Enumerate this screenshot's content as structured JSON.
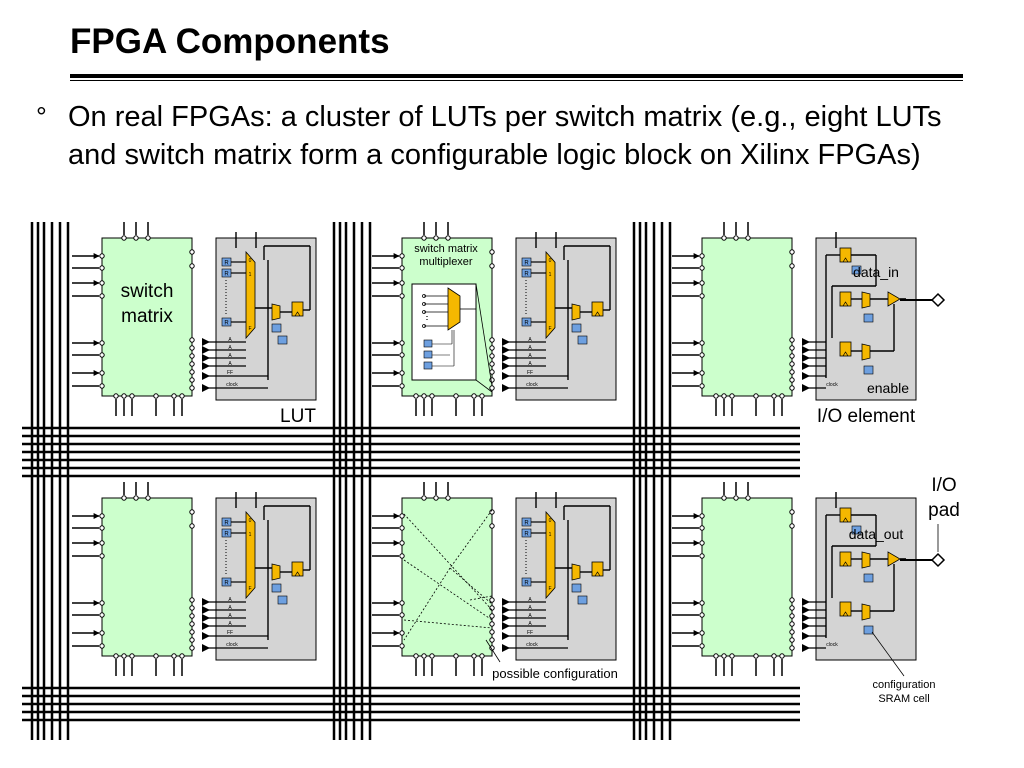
{
  "slide": {
    "title": "FPGA Components",
    "bullet_glyph": "°",
    "bullet_text": "On real FPGAs: a cluster of LUTs per switch matrix (e.g., eight LUTs and switch matrix form a configurable logic block on Xilinx FPGAs)"
  },
  "diagram": {
    "labels": {
      "switch_matrix": [
        "switch",
        "matrix"
      ],
      "lut": "LUT",
      "switch_matrix_multiplexer": [
        "switch matrix",
        "multiplexer"
      ],
      "io_element": "I/O element",
      "io_pad": [
        "I/O",
        "pad"
      ],
      "data_in": "data_in",
      "data_out": "data_out",
      "enable": "enable",
      "possible_configuration": "possible configuration",
      "configuration_sram_cell": [
        "configuration",
        "SRAM cell"
      ]
    },
    "lut_pin_labels": [
      "A",
      "A",
      "A",
      "A"
    ],
    "lut_ff_label": "FF",
    "lut_clock_label": "clock",
    "lut_mux_labels": [
      "0",
      "1",
      "F"
    ],
    "sram_cell_letter": "R",
    "colors": {
      "switch_matrix_fill": "#ccffcc",
      "block_fill": "#d4d4d4",
      "mux_fill": "#f5b800",
      "sram_fill": "#6ea0e0",
      "wire": "#000000"
    }
  }
}
